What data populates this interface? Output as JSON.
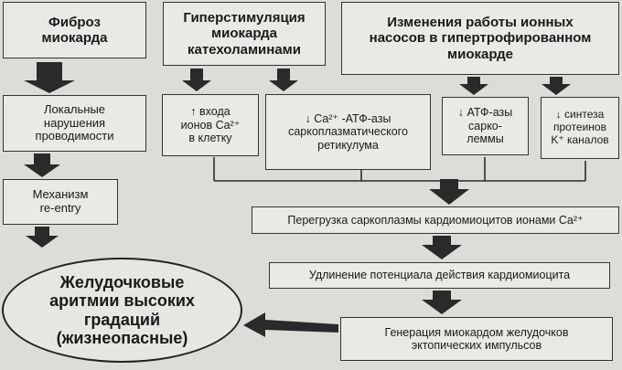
{
  "headers": {
    "fibrosis": [
      "Фиброз",
      "миокарда"
    ],
    "hyperstim": [
      "Гиперстимуляция",
      "миокарда",
      "катехоламинами"
    ],
    "pumps": [
      "Изменения работы ионных",
      "насосов в гипертрофированном",
      "миокарде"
    ]
  },
  "left_chain": {
    "local": [
      "Локальные",
      "нарушения",
      "проводимости"
    ],
    "reentry": [
      "Механизм",
      "re-entry"
    ]
  },
  "effects": {
    "ca_entry": [
      "↑ входа",
      "ионов Ca²⁺",
      "в клетку"
    ],
    "sr_atpase": [
      "↓ Ca²⁺ -АТФ-азы",
      "саркоплазматического",
      "ретикулума"
    ],
    "sarcolemma_atpase": [
      "↓ АТФ-азы",
      "сарко-",
      "леммы"
    ],
    "k_channels": [
      "↓ синтеза",
      "протеинов",
      "K⁺ каналов"
    ]
  },
  "chain": {
    "overload": "Перегрузка саркоплазмы кардиомиоцитов ионами Ca²⁺",
    "prolongation": "Удлинение потенциала действия кардиомиоцита",
    "generation": [
      "Генерация миокардом желудочков",
      "эктопических импульсов"
    ]
  },
  "outcome": [
    "Желудочковые",
    "аритмии высоких",
    "градаций",
    "(жизнеопасные)"
  ],
  "colors": {
    "box_fill": "#e9e9e6",
    "arrow": "#2a2a2a",
    "background": "#dcdcd8"
  }
}
